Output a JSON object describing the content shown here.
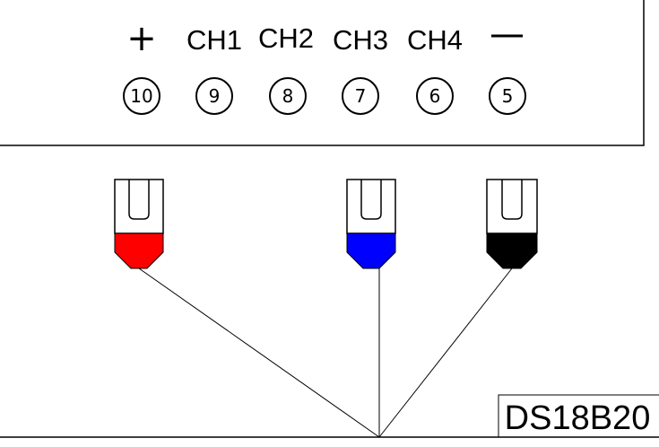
{
  "terminal_block": {
    "terminals": [
      {
        "label": "+",
        "number": "10"
      },
      {
        "label": "CH1",
        "number": "9"
      },
      {
        "label": "CH2",
        "number": "8"
      },
      {
        "label": "CH3",
        "number": "7"
      },
      {
        "label": "CH4",
        "number": "6"
      },
      {
        "label": "—",
        "number": "5"
      }
    ]
  },
  "connectors": [
    {
      "color": "#ff0000"
    },
    {
      "color": "#0000ff"
    },
    {
      "color": "#000000"
    }
  ],
  "sensor": {
    "model": "DS18B20"
  }
}
